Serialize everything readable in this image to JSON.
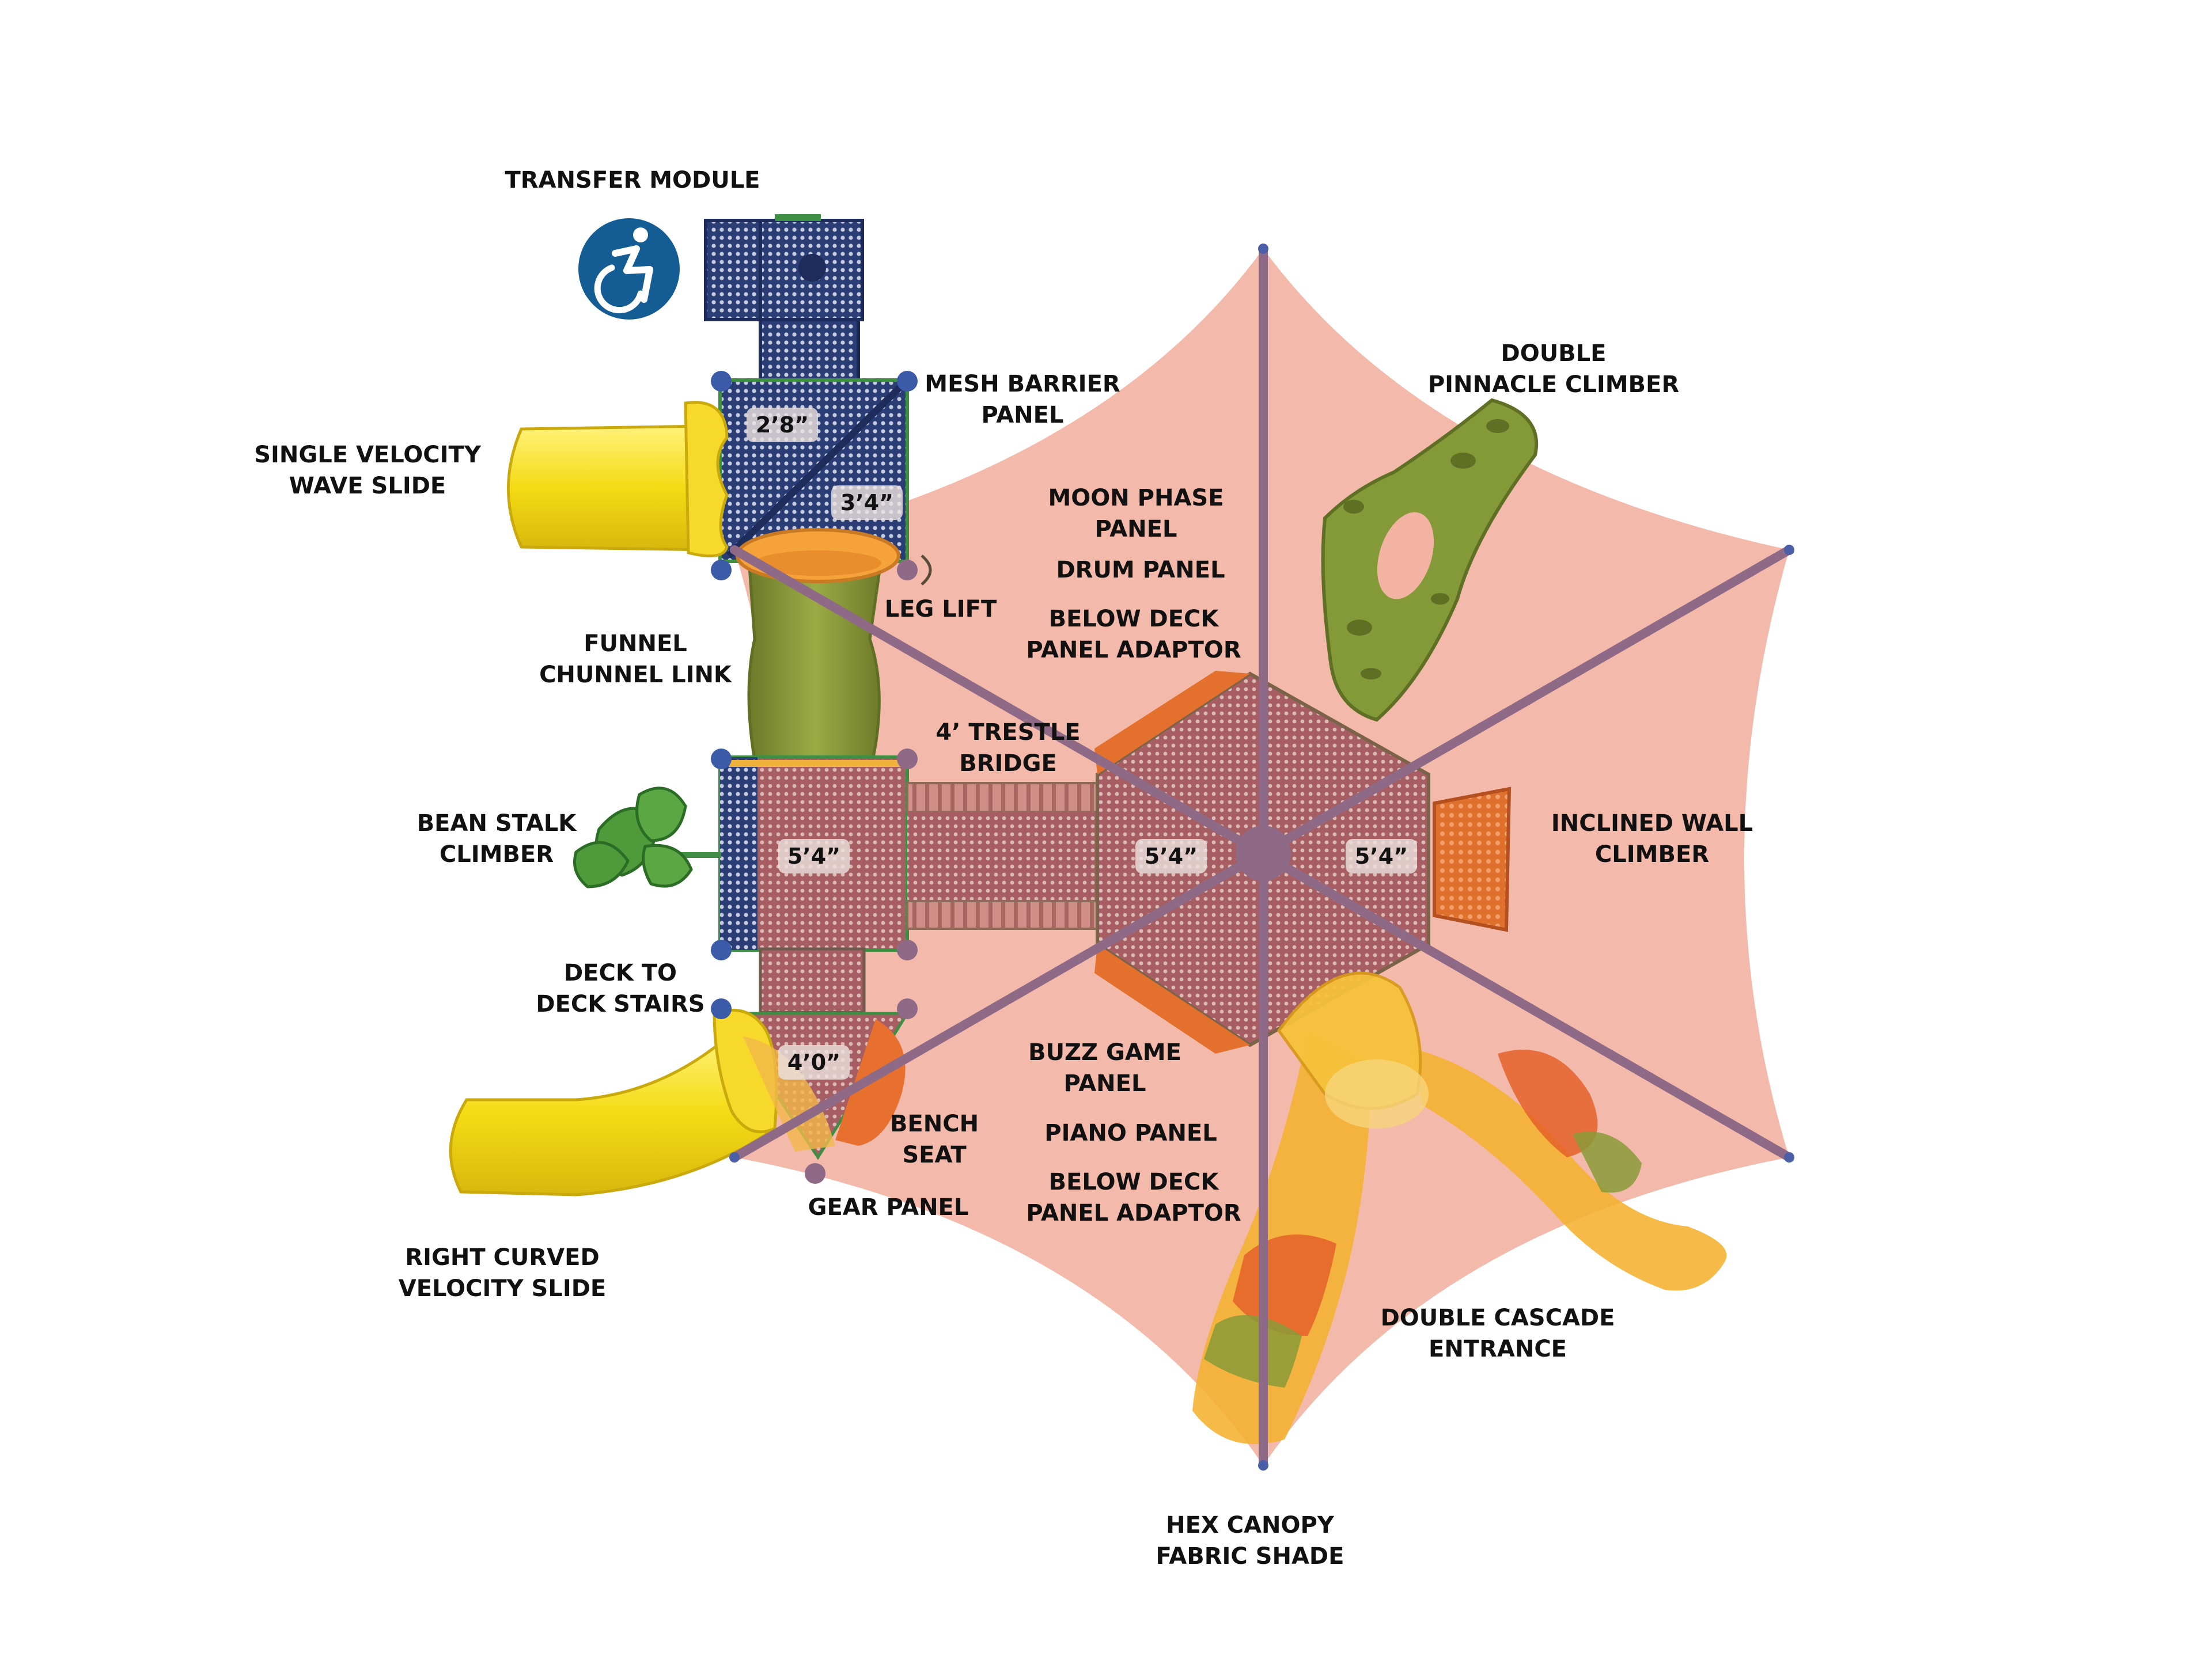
{
  "colors": {
    "canopy": "#f2b3a3",
    "pole": "#8e6a86",
    "deck_blue": "#283c72",
    "deck_red": "#b86a69",
    "slide_yellow": "#f7e21a",
    "orange": "#f08a2b",
    "green": "#8a9a38",
    "leaf_green": "#4f9a3a",
    "access_blue": "#135d94"
  },
  "icons": {
    "accessibility": "wheelchair-accessibility-icon"
  },
  "labels": {
    "transfer_module": "TRANSFER MODULE",
    "mesh_barrier": [
      "MESH BARRIER",
      "PANEL"
    ],
    "single_velocity": [
      "SINGLE VELOCITY",
      "WAVE SLIDE"
    ],
    "double_pinnacle": [
      "DOUBLE",
      "PINNACLE CLIMBER"
    ],
    "moon_phase": [
      "MOON PHASE",
      "PANEL"
    ],
    "drum_panel": "DRUM PANEL",
    "below_deck_top": [
      "BELOW DECK",
      "PANEL ADAPTOR"
    ],
    "leg_lift": "LEG LIFT",
    "funnel_chunnel": [
      "FUNNEL",
      "CHUNNEL LINK"
    ],
    "trestle_bridge": [
      "4’ TRESTLE",
      "BRIDGE"
    ],
    "bean_stalk": [
      "BEAN STALK",
      "CLIMBER"
    ],
    "inclined_wall": [
      "INCLINED WALL",
      "CLIMBER"
    ],
    "deck_stairs": [
      "DECK TO",
      "DECK STAIRS"
    ],
    "buzz_game": [
      "BUZZ GAME",
      "PANEL"
    ],
    "bench_seat": [
      "BENCH",
      "SEAT"
    ],
    "piano_panel": "PIANO PANEL",
    "below_deck_bottom": [
      "BELOW DECK",
      "PANEL ADAPTOR"
    ],
    "gear_panel": "GEAR PANEL",
    "right_curved": [
      "RIGHT CURVED",
      "VELOCITY SLIDE"
    ],
    "double_cascade": [
      "DOUBLE CASCADE",
      "ENTRANCE"
    ],
    "hex_canopy": [
      "HEX CANOPY",
      "FABRIC SHADE"
    ]
  },
  "dimensions": {
    "deck_top": "2’8”",
    "deck_top_lower": "3’4”",
    "deck_mid_left": "5’4”",
    "hex_left": "5’4”",
    "hex_right": "5’4”",
    "deck_bottom": "4’0”"
  }
}
